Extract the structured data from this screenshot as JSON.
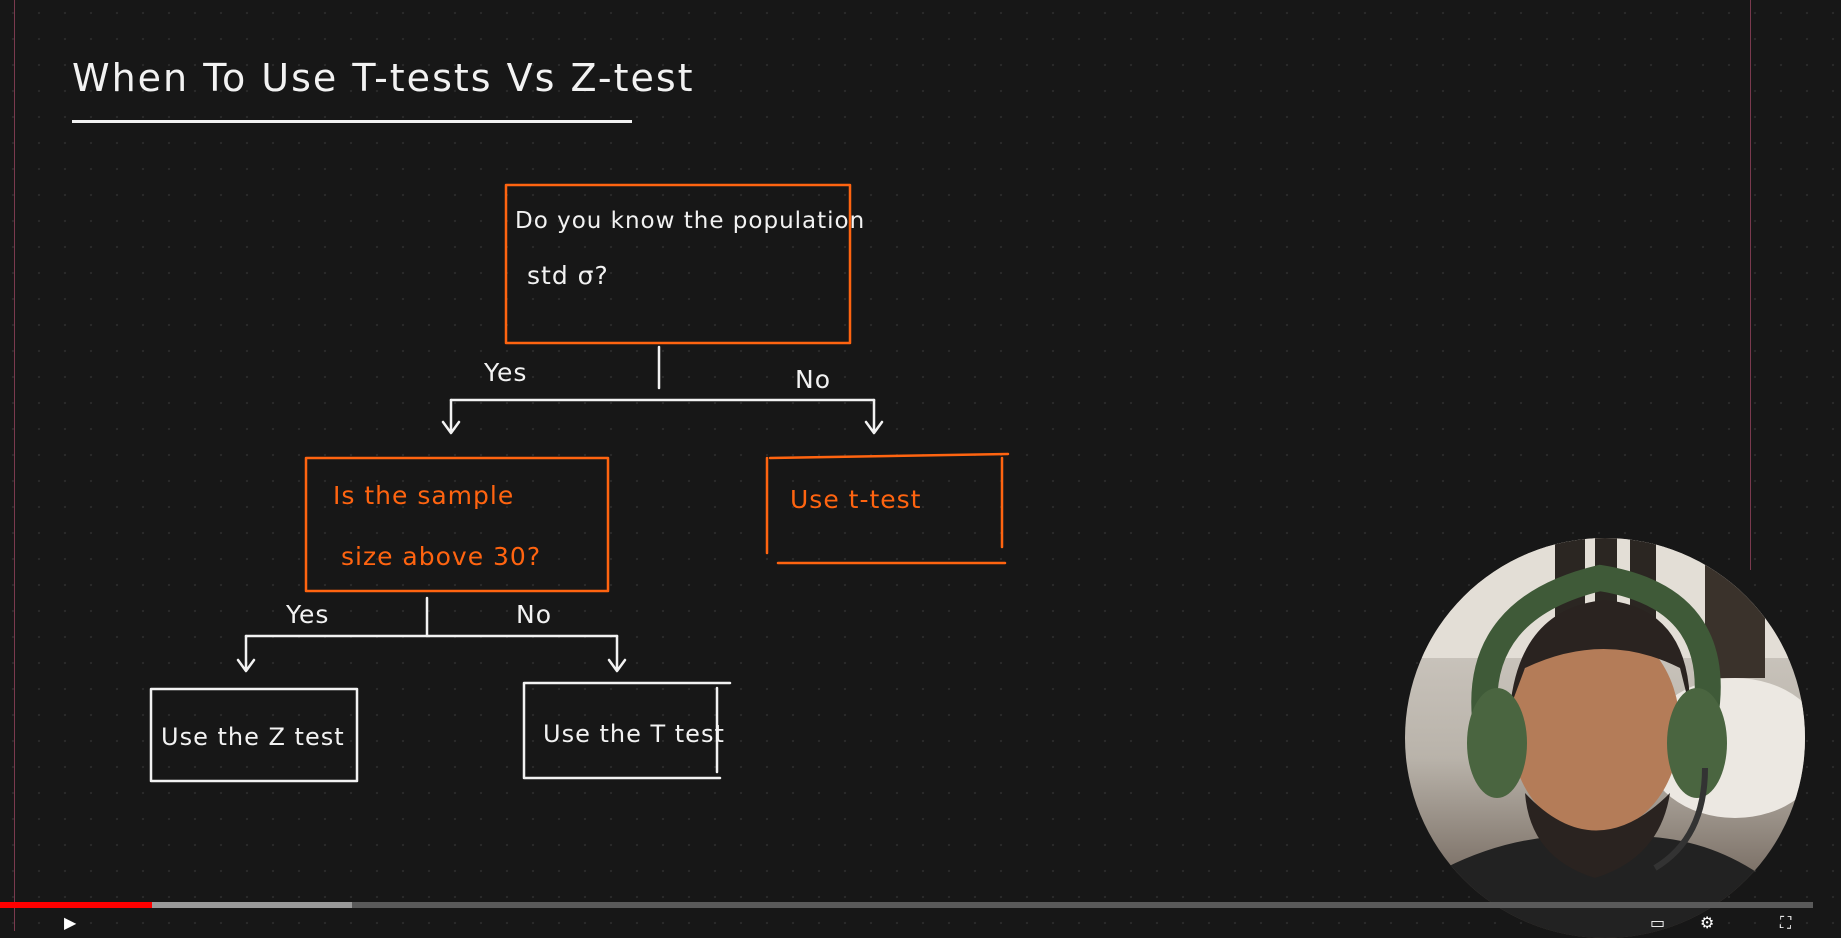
{
  "slide": {
    "title": "When To Use T-tests Vs Z-test"
  },
  "flowchart": {
    "root": {
      "text_lines": [
        "Do you know the population",
        "std σ?"
      ]
    },
    "edge_yes_1": "Yes",
    "edge_no_1": "No",
    "sample_size": {
      "text_lines": [
        "Is the sample",
        "size above 30?"
      ]
    },
    "use_t_test_right": "Use t-test",
    "edge_yes_2": "Yes",
    "edge_no_2": "No",
    "use_z_test": "Use the Z test",
    "use_t_test_bottom": "Use the T test"
  },
  "colors": {
    "background": "#171717",
    "chalk": "#f2f2f2",
    "orange": "#ff6410",
    "progress_played": "#ff0000"
  },
  "player": {
    "progress_played_fraction": 0.084,
    "progress_buffered_fraction": 0.194
  },
  "icons": [
    "play-icon",
    "subtitles-icon",
    "settings-icon",
    "fullscreen-icon"
  ]
}
